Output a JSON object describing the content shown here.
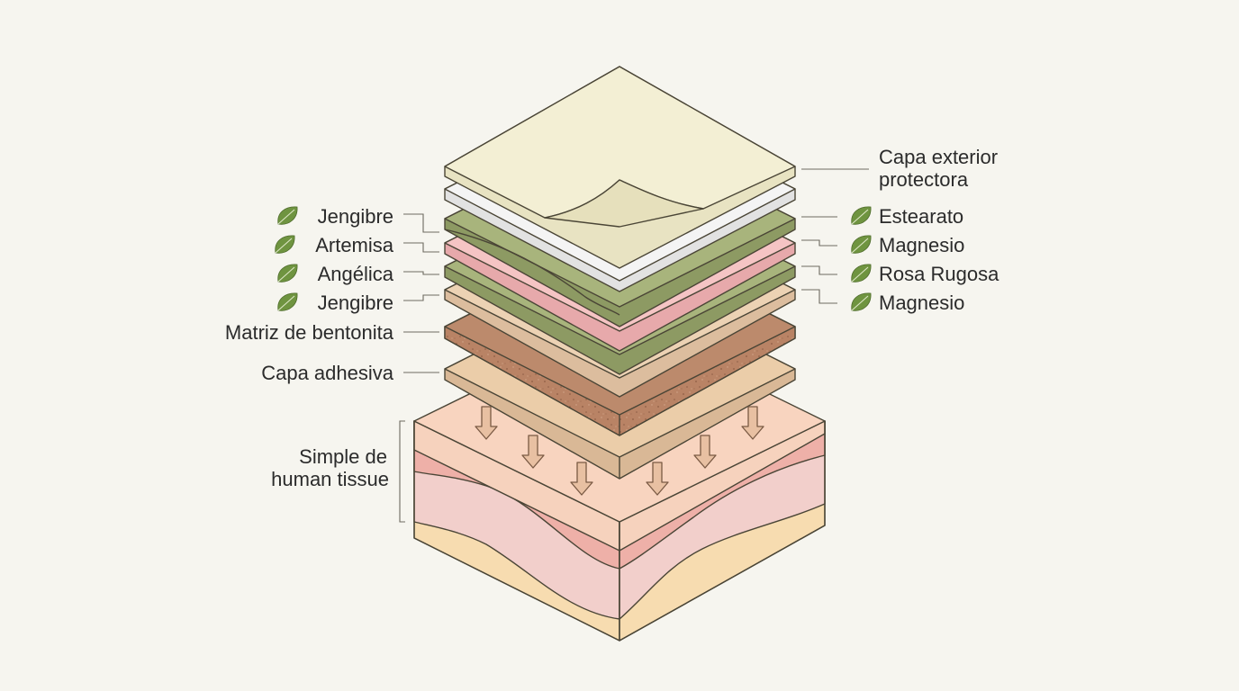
{
  "colors": {
    "background": "#f6f5ef",
    "outer_layer": "#f3efd4",
    "white_layer": "#f4f4f4",
    "herb_green": "#a8b47c",
    "rose_pink": "#f5c2c2",
    "tan": "#ecd2b4",
    "bentonite": "#b98365",
    "adhesive": "#ebcda9",
    "tissue_top": "#f6d2bd",
    "tissue_mid": "#f2c4c2",
    "tissue_bottom": "#f7dcb0",
    "leaf_icon": "#6f9440"
  },
  "labels_left": {
    "l1": "Jengibre",
    "l2": "Artemisa",
    "l3": "Angélica",
    "l4": "Jengibre",
    "bentonite": "Matriz de bentonita",
    "adhesive": "Capa adhesiva"
  },
  "labels_right": {
    "outer_line1": "Capa exterior",
    "outer_line2": "protectora",
    "r1": "Estearato",
    "r2": "Magnesio",
    "r3": "Rosa Rugosa",
    "r4": "Magnesio"
  },
  "tissue_label": {
    "line1": "Simple de",
    "line2": "human tissue"
  }
}
